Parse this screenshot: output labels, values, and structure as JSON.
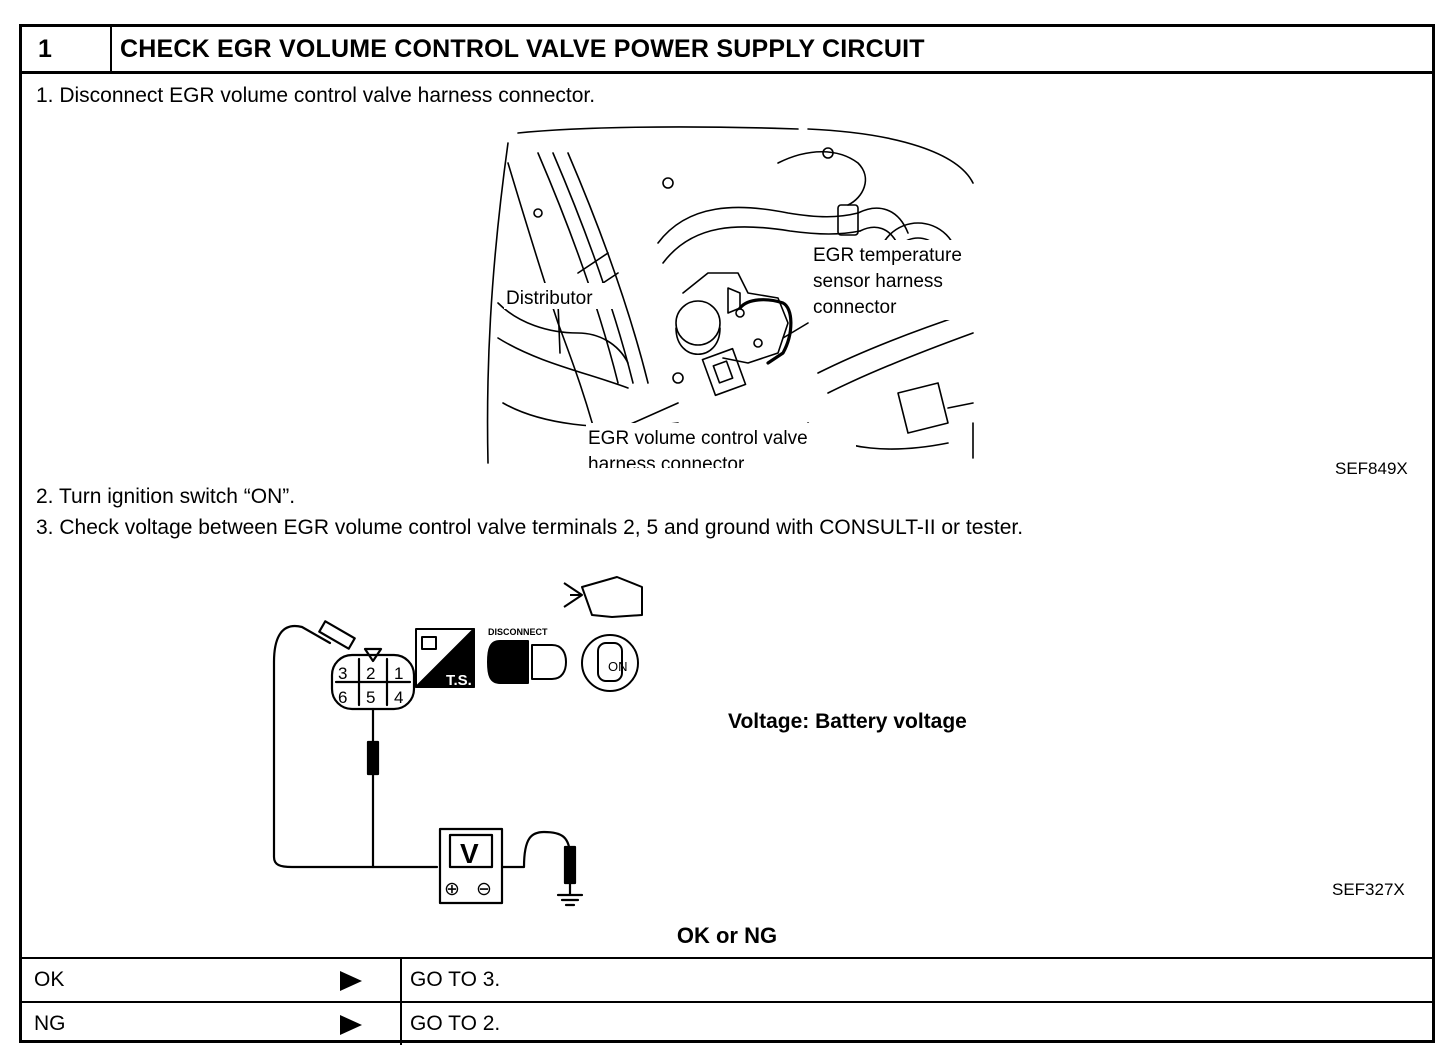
{
  "header": {
    "number": "1",
    "title": "CHECK EGR VOLUME CONTROL VALVE POWER SUPPLY CIRCUIT"
  },
  "steps": [
    "1.  Disconnect EGR volume control valve harness connector.",
    "2.  Turn ignition switch “ON”.",
    "3.  Check voltage between EGR volume control valve terminals 2, 5 and ground with CONSULT-II or tester."
  ],
  "figure1": {
    "code": "SEF849X",
    "labels": {
      "distributor": "Distributor",
      "egr_temp_line1": "EGR temperature",
      "egr_temp_line2": "sensor harness",
      "egr_temp_line3": "connector",
      "egr_vol_line1": "EGR volume control valve",
      "egr_vol_line2": "harness connector"
    }
  },
  "figure2": {
    "code": "SEF327X",
    "spec": "Voltage: Battery voltage",
    "connector_pins_top": [
      "3",
      "2",
      "1"
    ],
    "connector_pins_bottom": [
      "6",
      "5",
      "4"
    ],
    "meter_letter": "V",
    "meter_plus": "⊕",
    "meter_minus": "⊖",
    "ts_label": "T.S.",
    "disconnect_label": "DISCONNECT",
    "key_label": "ON"
  },
  "result": {
    "prompt": "OK or NG",
    "rows": [
      {
        "status": "OK",
        "action": "GO TO 3."
      },
      {
        "status": "NG",
        "action": "GO TO 2."
      }
    ]
  }
}
